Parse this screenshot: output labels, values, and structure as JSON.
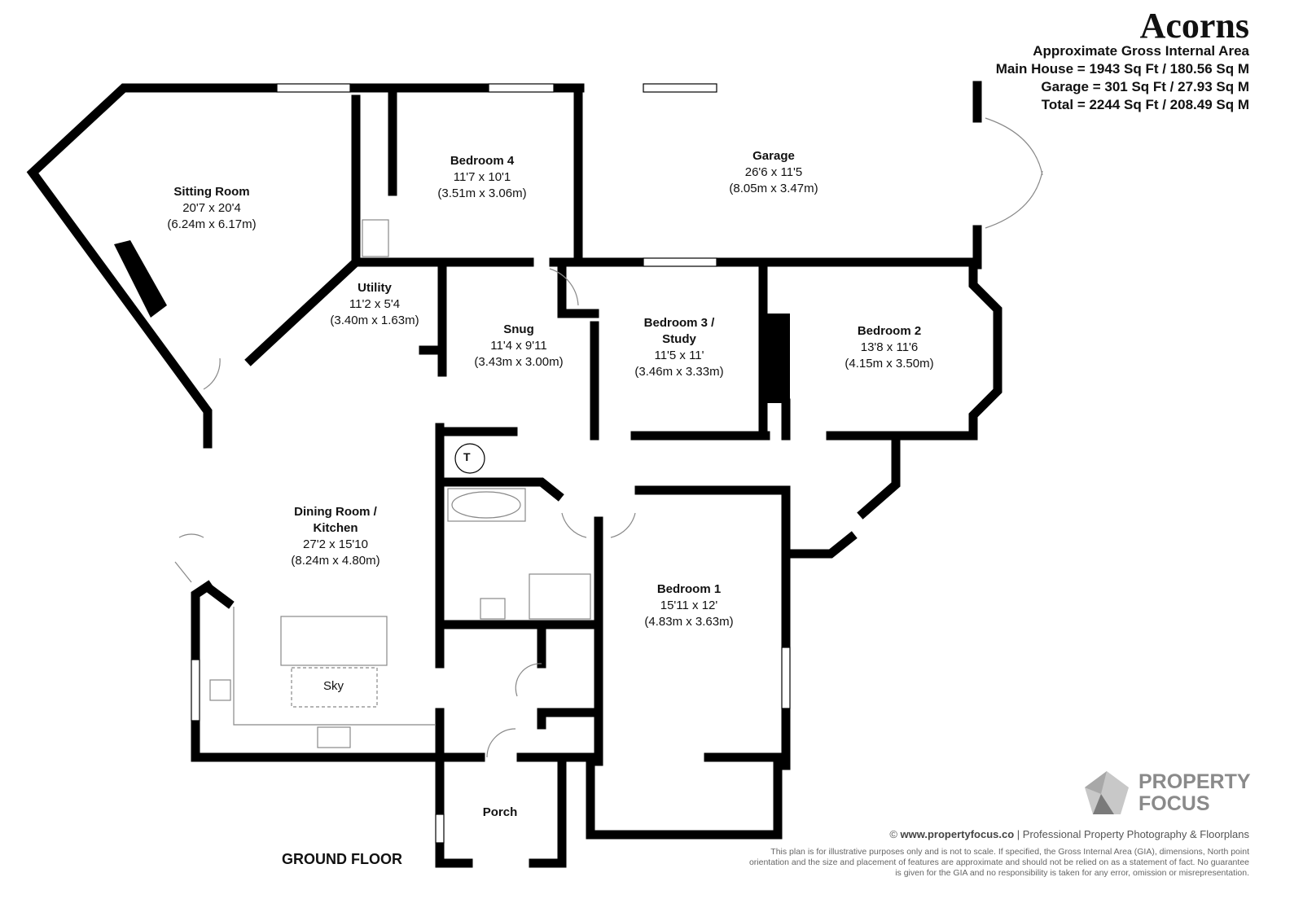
{
  "header": {
    "title": "Acorns",
    "area_heading": "Approximate Gross Internal Area",
    "main_house": "Main House = 1943 Sq Ft / 180.56 Sq M",
    "garage": "Garage = 301 Sq Ft / 27.93 Sq M",
    "total": "Total = 2244 Sq Ft / 208.49 Sq M"
  },
  "rooms": [
    {
      "name": "Sitting Room",
      "imperial": "20'7 x 20'4",
      "metric": "(6.24m x 6.17m)"
    },
    {
      "name": "Bedroom 4",
      "imperial": "11'7 x 10'1",
      "metric": "(3.51m x 3.06m)"
    },
    {
      "name": "Garage",
      "imperial": "26'6 x 11'5",
      "metric": "(8.05m x 3.47m)"
    },
    {
      "name": "Utility",
      "imperial": "11'2 x 5'4",
      "metric": "(3.40m x 1.63m)"
    },
    {
      "name": "Snug",
      "imperial": "11'4 x 9'11",
      "metric": "(3.43m x 3.00m)"
    },
    {
      "name": "Bedroom 3 /",
      "name2": "Study",
      "imperial": "11'5 x 11'",
      "metric": "(3.46m x 3.33m)"
    },
    {
      "name": "Bedroom 2",
      "imperial": "13'8 x 11'6",
      "metric": "(4.15m x 3.50m)"
    },
    {
      "name": "Dining Room /",
      "name2": "Kitchen",
      "imperial": "27'2 x 15'10",
      "metric": "(8.24m x 4.80m)"
    },
    {
      "name": "Bedroom 1",
      "imperial": "15'11 x 12'",
      "metric": "(4.83m x 3.63m)"
    },
    {
      "name": "Porch"
    }
  ],
  "fixtures": {
    "sky": "Sky",
    "tank": "T"
  },
  "floor_label": "GROUND FLOOR",
  "logo": {
    "line1": "PROPERTY",
    "line2": "FOCUS"
  },
  "credit": {
    "site": "www.propertyfocus.co",
    "rest": " | Professional Property Photography & Floorplans",
    "copyright": "©"
  },
  "disclaimer": "This plan is for illustrative purposes only and is not to scale. If specified, the Gross Internal Area (GIA), dimensions, North point orientation and the size and placement of features are approximate and should not be relied on as a statement of fact. No guarantee is given for the GIA and no responsibility is taken for any error, omission or misrepresentation."
}
